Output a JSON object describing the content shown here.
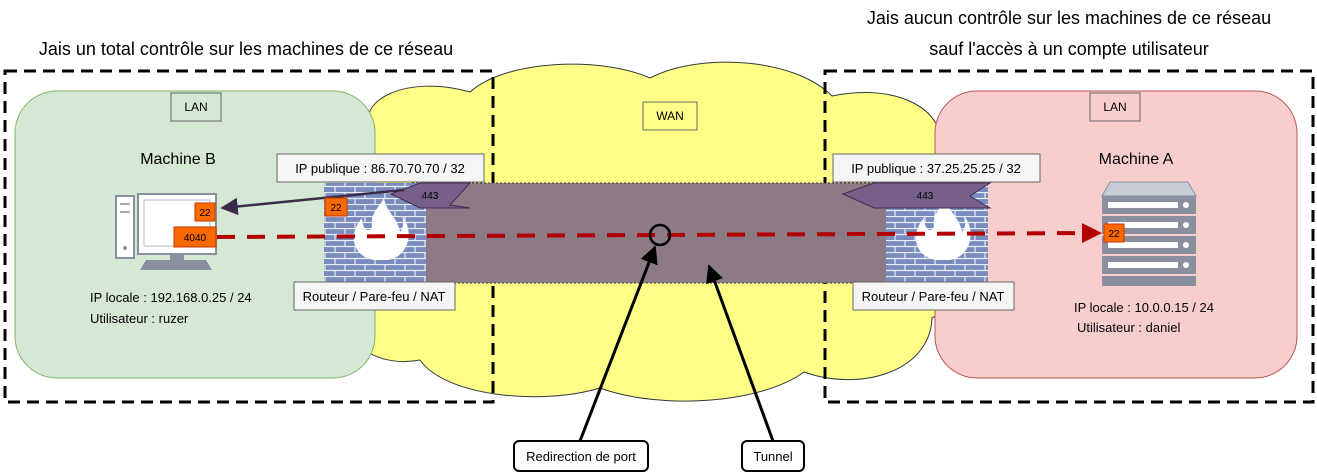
{
  "headings": {
    "left": "Jais un total contrôle sur les machines de ce réseau",
    "right_line1": "Jais aucun contrôle sur les machines de ce réseau",
    "right_line2": "sauf l'accès à un compte utilisateur"
  },
  "wan": {
    "label": "WAN"
  },
  "left_lan": {
    "label": "LAN",
    "machine_name": "Machine B",
    "ip": "IP locale : 192.168.0.25 / 24",
    "user": "Utilisateur : ruzer",
    "port_ssh": "22",
    "port_local": "4040"
  },
  "right_lan": {
    "label": "LAN",
    "machine_name": "Machine A",
    "ip": "IP locale : 10.0.0.15 / 24",
    "user": "Utilisateur : daniel",
    "port_ssh": "22"
  },
  "left_router": {
    "public_ip": "IP publique : 86.70.70.70 / 32",
    "label": "Routeur / Pare-feu / NAT",
    "port_in": "22",
    "port_tunnel": "443"
  },
  "right_router": {
    "public_ip": "IP publique : 37.25.25.25 / 32",
    "label": "Routeur / Pare-feu / NAT",
    "port_tunnel": "443"
  },
  "callouts": {
    "port_redirect": "Redirection de port",
    "tunnel": "Tunnel"
  },
  "colors": {
    "lan_left_fill": "#d5e8d4",
    "lan_right_fill": "#f8cecc",
    "wan_fill": "#ffff88",
    "tunnel_fill": "#8c7b87",
    "port_fill": "#fa6800",
    "dashed_line": "#b20000",
    "arrow_purple": "#76608a",
    "firewall_blue": "#7d8dbd"
  }
}
